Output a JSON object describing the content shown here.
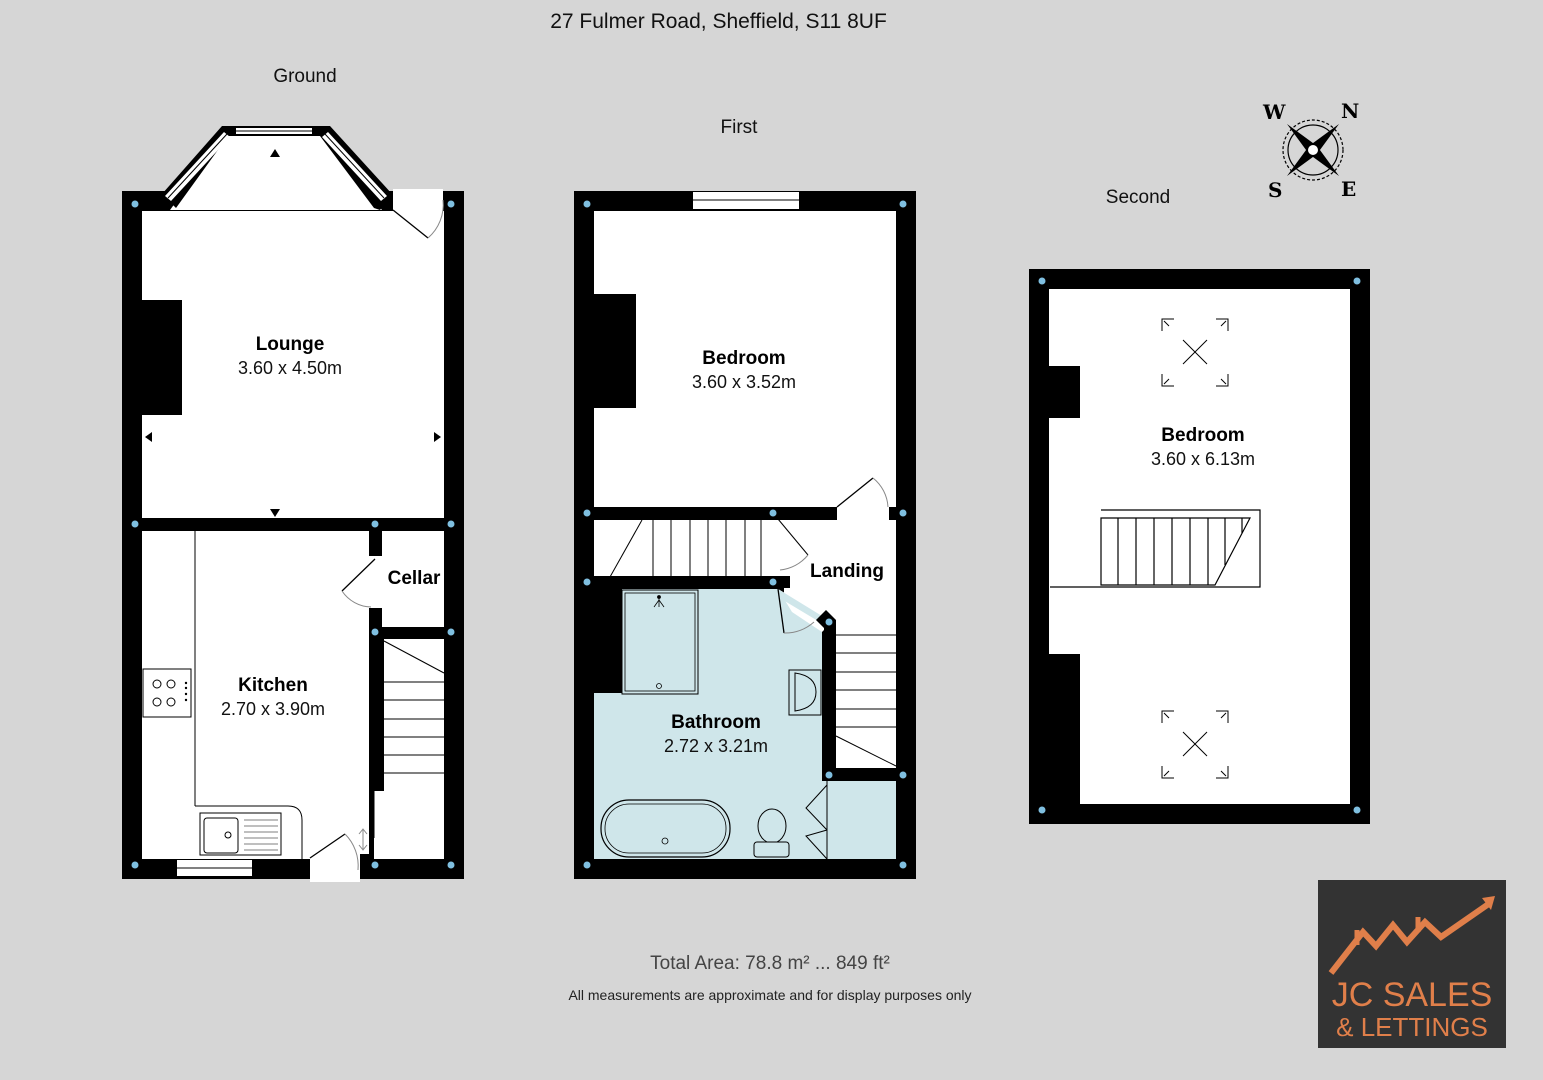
{
  "header": {
    "title": "27 Fulmer Road, Sheffield, S11 8UF"
  },
  "floors": [
    {
      "label": "Ground",
      "rooms": [
        {
          "name": "Lounge",
          "dimensions": "3.60 x 4.50m"
        },
        {
          "name": "Kitchen",
          "dimensions": "2.70 x 3.90m"
        },
        {
          "name": "Cellar",
          "dimensions": ""
        }
      ]
    },
    {
      "label": "First",
      "rooms": [
        {
          "name": "Bedroom",
          "dimensions": "3.60 x 3.52m"
        },
        {
          "name": "Bathroom",
          "dimensions": "2.72 x 3.21m"
        },
        {
          "name": "Landing",
          "dimensions": ""
        }
      ]
    },
    {
      "label": "Second",
      "rooms": [
        {
          "name": "Bedroom",
          "dimensions": "3.60 x 6.13m"
        }
      ]
    }
  ],
  "compass": {
    "n": "N",
    "e": "E",
    "s": "S",
    "w": "W"
  },
  "footer": {
    "total_area": "Total Area: 78.8 m² ... 849 ft²",
    "disclaimer": "All measurements are approximate and for display purposes only"
  },
  "logo": {
    "line1": "JC SALES",
    "line2": "& LETTINGS"
  },
  "colors": {
    "background": "#d6d6d6",
    "wall": "#000000",
    "floor": "#ffffff",
    "bathroom": "#cfe6ea",
    "node": "#7fbfe0",
    "logo_bg": "#333333",
    "logo_accent": "#e07f4a"
  }
}
